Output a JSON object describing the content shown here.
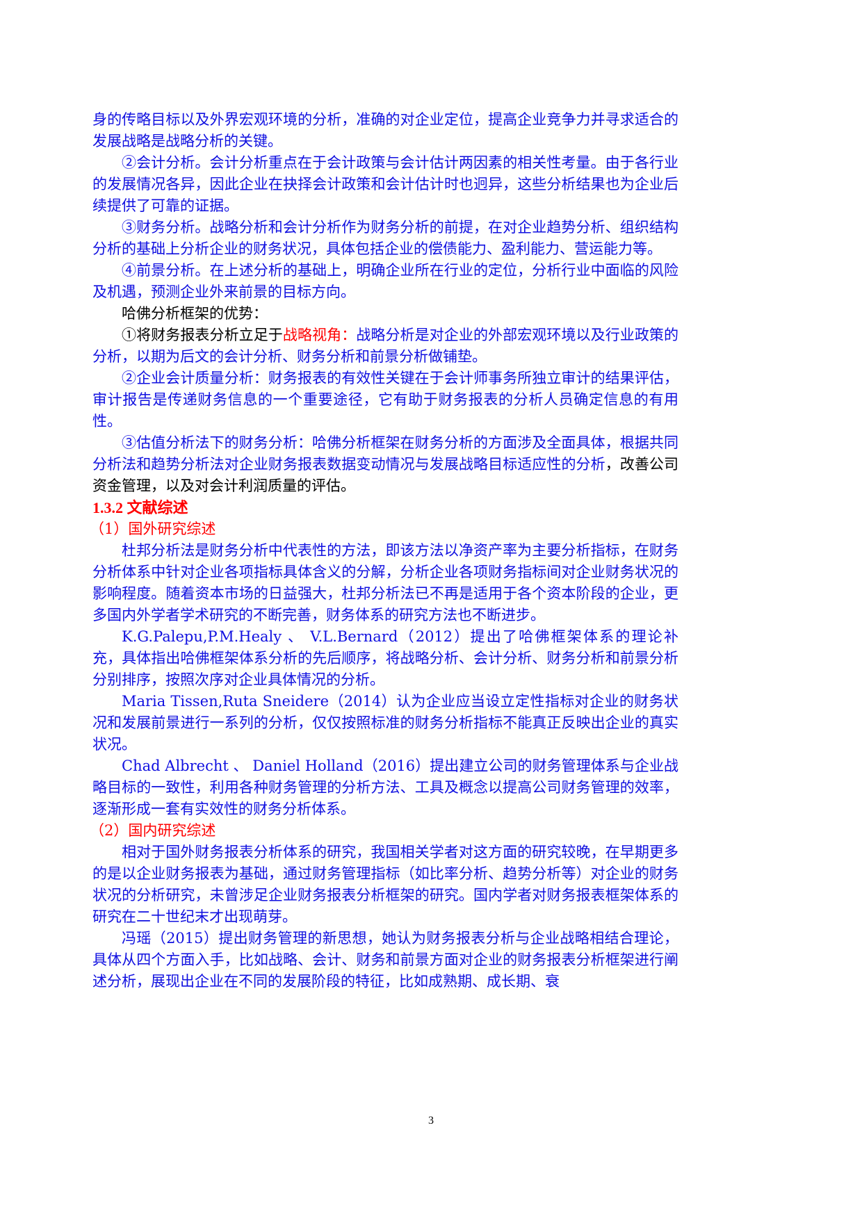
{
  "document": {
    "paragraphs": [
      {
        "id": "strategy_cont",
        "runs": [
          {
            "text": "身的传略目标以及外界宏观环境的分析，准确的对企业定位，提高企业竞争力并寻求适合的发展战略是战略分析的关键。",
            "color": "blue"
          }
        ]
      },
      {
        "id": "accounting",
        "runs": [
          {
            "text": "②会计分析。会计分析重点在于会计政策与会计估计两因素的相关性考量。由于各行业的发展情况各异，因此企业在抉择会计政策和会计估计时也迥异，这些分析结果也为企业后续提供了可靠的证据。",
            "color": "blue"
          }
        ]
      },
      {
        "id": "financial",
        "runs": [
          {
            "text": "③财务分析。战略分析和会计分析作为财务分析的前提，在对企业趋势分析、组织结构分析的基础上分析企业的财务状况，具体包括企业的偿债能力、盈利能力、营运能力等。",
            "color": "blue"
          }
        ]
      },
      {
        "id": "prospect",
        "runs": [
          {
            "text": "④前景分析。在上述分析的基础上，明确企业所在行业的定位，分析行业中面临的风险及机遇，预测企业外来前景的目标方向。",
            "color": "blue"
          }
        ]
      },
      {
        "id": "advantages_title",
        "runs": [
          {
            "text": "哈佛分析框架的优势：",
            "color": "black"
          }
        ]
      },
      {
        "id": "adv1",
        "runs": [
          {
            "text": "①将财务报表分析立足于",
            "color": "black"
          },
          {
            "text": "战略视角：",
            "color": "red"
          },
          {
            "text": "战略分析是对企业的外部宏观环境以及行业政策的分析，以期为后文的会计分析、财务分析和前景分析做铺垫。",
            "color": "blue"
          }
        ]
      },
      {
        "id": "adv2",
        "runs": [
          {
            "text": "②企业会计质量分析：财务报表的有效性关键在于会计师事务所独立审计的结果评估，审计报告是传递财务信息的一个重要途径，它有助于财务报表的分析人员确定信息的有用性。",
            "color": "blue"
          }
        ]
      },
      {
        "id": "adv3",
        "runs": [
          {
            "text": "③估值分析法下的财务分析：哈佛分析框架在财务分析的方面涉及全面具体，根据共同分析法和趋势分析法对企业财务报表数据变动情况与发展战略目标适应性的分析",
            "color": "blue"
          },
          {
            "text": "，改善公司资金管理，以及对会计利润质量的评估。",
            "color": "black"
          }
        ]
      }
    ],
    "section_heading": "1.3.2 文献综述",
    "foreign": {
      "heading": "（1）国外研究综述",
      "paragraphs": [
        "杜邦分析法是财务分析中代表性的方法，即该方法以净资产率为主要分析指标，在财务分析体系中针对企业各项指标具体含义的分解，分析企业各项财务指标间对企业财务状况的影响程度。随着资本市场的日益强大，杜邦分析法已不再是适用于各个资本阶段的企业，更多国内外学者学术研究的不断完善，财务体系的研究方法也不断进步。",
        "K.G.Palepu,P.M.Healy 、 V.L.Bernard（2012）提出了哈佛框架体系的理论补充，具体指出哈佛框架体系分析的先后顺序，将战略分析、会计分析、财务分析和前景分析分别排序，按照次序对企业具体情况的分析。",
        "Maria Tissen,Ruta Sneidere（2014）认为企业应当设立定性指标对企业的财务状况和发展前景进行一系列的分析，仅仅按照标准的财务分析指标不能真正反映出企业的真实状况。",
        "Chad Albrecht 、 Daniel Holland（2016）提出建立公司的财务管理体系与企业战略目标的一致性，利用各种财务管理的分析方法、工具及概念以提高公司财务管理的效率，逐渐形成一套有实效性的财务分析体系。"
      ]
    },
    "domestic": {
      "heading": "（2）国内研究综述",
      "paragraphs": [
        "相对于国外财务报表分析体系的研究，我国相关学者对这方面的研究较晚，在早期更多的是以企业财务报表为基础，通过财务管理指标（如比率分析、趋势分析等）对企业的财务状况的分析研究，未曾涉足企业财务报表分析框架的研究。国内学者对财务报表框架体系的研究在二十世纪末才出现萌芽。",
        "冯瑶（2015）提出财务管理的新思想，她认为财务报表分析与企业战略相结合理论，具体从四个方面入手，比如战略、会计、财务和前景方面对企业的财务报表分析框架进行阐述分析，展现出企业在不同的发展阶段的特征，比如成熟期、成长期、衰"
      ]
    },
    "page_number": "3"
  },
  "colors": {
    "blue": "#1010e0",
    "red": "#ff0000",
    "black": "#000000"
  }
}
